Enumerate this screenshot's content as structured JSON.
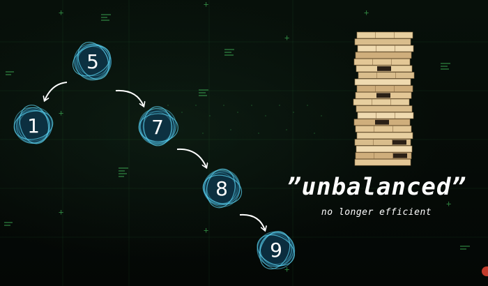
{
  "tree": {
    "nodes": [
      {
        "id": "n5",
        "label": "5"
      },
      {
        "id": "n1",
        "label": "1"
      },
      {
        "id": "n7",
        "label": "7"
      },
      {
        "id": "n8",
        "label": "8"
      },
      {
        "id": "n9",
        "label": "9"
      }
    ],
    "edges": [
      {
        "from": "n5",
        "to": "n1"
      },
      {
        "from": "n5",
        "to": "n7"
      },
      {
        "from": "n7",
        "to": "n8"
      },
      {
        "from": "n8",
        "to": "n9"
      }
    ]
  },
  "caption": {
    "title": "”unbalanced”",
    "subtitle": "no longer efficient"
  },
  "image": {
    "illustration": "jenga-tower"
  },
  "colors": {
    "background": "#050806",
    "grid": "#3cc85a",
    "node_ring": "#5ad2f0",
    "text": "#ffffff",
    "accent": "#c23a2b"
  }
}
